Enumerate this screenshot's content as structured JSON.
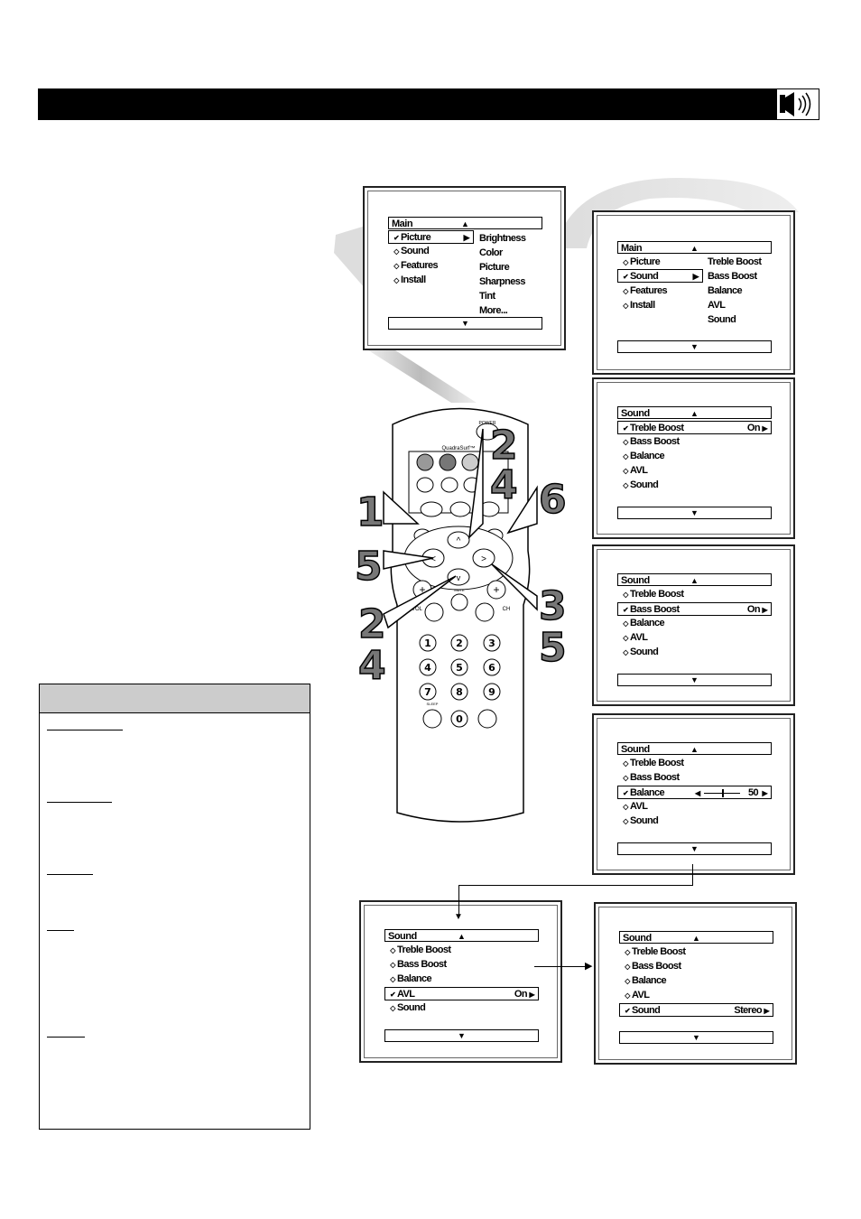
{
  "screen_main_picture": {
    "title": "Main",
    "items": [
      "Picture",
      "Sound",
      "Features",
      "Install"
    ],
    "selected": 0,
    "submenu": [
      "Brightness",
      "Color",
      "Picture",
      "Sharpness",
      "Tint",
      "More..."
    ]
  },
  "screen_main_sound": {
    "title": "Main",
    "items": [
      "Picture",
      "Sound",
      "Features",
      "Install"
    ],
    "selected": 1,
    "submenu": [
      "Treble Boost",
      "Bass Boost",
      "Balance",
      "AVL",
      "Sound"
    ]
  },
  "screen_treble": {
    "title": "Sound",
    "items": [
      "Treble Boost",
      "Bass Boost",
      "Balance",
      "AVL",
      "Sound"
    ],
    "selected": 0,
    "value": "On"
  },
  "screen_bass": {
    "title": "Sound",
    "items": [
      "Treble Boost",
      "Bass Boost",
      "Balance",
      "AVL",
      "Sound"
    ],
    "selected": 1,
    "value": "On"
  },
  "screen_balance": {
    "title": "Sound",
    "items": [
      "Treble Boost",
      "Bass Boost",
      "Balance",
      "AVL",
      "Sound"
    ],
    "selected": 2,
    "value": "50"
  },
  "screen_avl": {
    "title": "Sound",
    "items": [
      "Treble Boost",
      "Bass Boost",
      "Balance",
      "AVL",
      "Sound"
    ],
    "selected": 3,
    "value": "On"
  },
  "screen_sound": {
    "title": "Sound",
    "items": [
      "Treble Boost",
      "Bass Boost",
      "Balance",
      "AVL",
      "Sound"
    ],
    "selected": 4,
    "value": "Stereo"
  },
  "remote": {
    "quadra_label": "QuadraSurf™",
    "power_label": "POWER",
    "vol_label": "VOL",
    "ch_label": "CH",
    "mute_label": "MUTE",
    "sleep_label": "SLEEP",
    "digits": [
      "1",
      "2",
      "3",
      "4",
      "5",
      "6",
      "7",
      "8",
      "9",
      "0"
    ]
  },
  "step_labels": {
    "s1": "1",
    "s24_top": "2\n4",
    "s6": "6",
    "s5": "5",
    "s24_bottom": "2\n4",
    "s35": "3\n5"
  }
}
